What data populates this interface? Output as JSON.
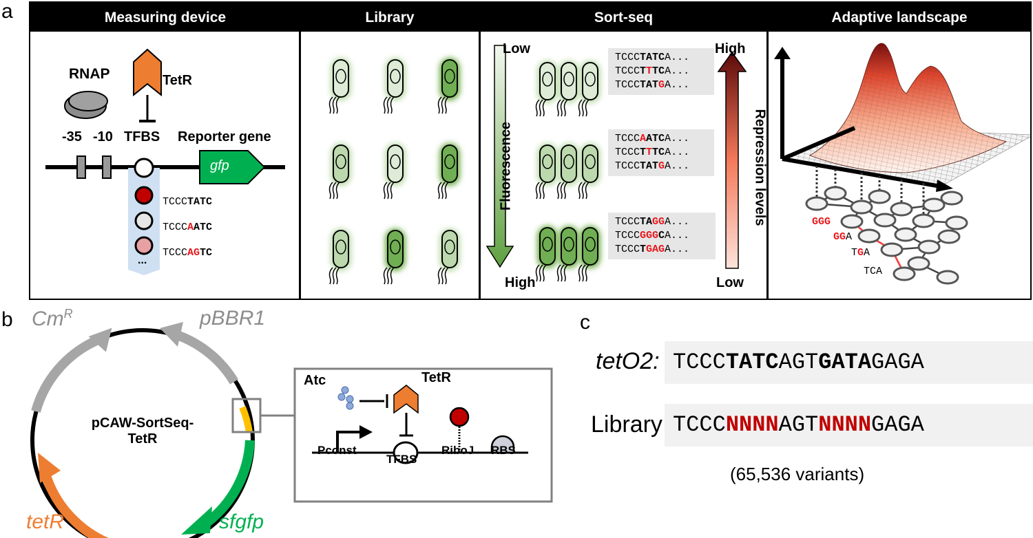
{
  "panel_a": {
    "letter": "a",
    "columns": [
      {
        "title": "Measuring device"
      },
      {
        "title": "Library"
      },
      {
        "title": "Sort-seq"
      },
      {
        "title": "Adaptive landscape"
      }
    ],
    "measuring_device": {
      "rnap_label": "RNAP",
      "tetr_label": "TetR",
      "minus35_label": "-35",
      "minus10_label": "-10",
      "tfbs_label": "TFBS",
      "reporter_label": "Reporter gene",
      "gfp_label": "gfp",
      "variants": [
        {
          "prefix": "TCCC",
          "parts": [
            {
              "t": "TATC",
              "style": "b"
            }
          ],
          "color": "#c00000"
        },
        {
          "prefix": "TCCC",
          "parts": [
            {
              "t": "A",
              "style": "r"
            },
            {
              "t": "ATC",
              "style": "b"
            }
          ],
          "color": "#e6e6e6"
        },
        {
          "prefix": "TCCC",
          "parts": [
            {
              "t": "AG",
              "style": "r"
            },
            {
              "t": "TC",
              "style": "b"
            }
          ],
          "color": "#e8a1a3"
        }
      ],
      "ellipsis": "..."
    },
    "library": {
      "cell_greenness": [
        [
          0.1,
          0.1,
          0.9
        ],
        [
          0.35,
          0.1,
          0.9
        ],
        [
          0.35,
          0.9,
          0.35
        ]
      ]
    },
    "sortseq": {
      "fluorescence_label": "Fluorescence",
      "fluor_top": "Low",
      "fluor_bottom": "High",
      "repression_label": "Repression levels",
      "repr_top": "High",
      "repr_bottom": "Low",
      "groups": [
        {
          "greenness": 0.1,
          "seqs": [
            [
              {
                "t": "TCCC",
                "s": ""
              },
              {
                "t": "TATC",
                "s": "b"
              },
              {
                "t": "A...",
                "s": ""
              }
            ],
            [
              {
                "t": "TCCC",
                "s": ""
              },
              {
                "t": "T",
                "s": "b"
              },
              {
                "t": "T",
                "s": "r"
              },
              {
                "t": "TC",
                "s": "b"
              },
              {
                "t": "A...",
                "s": ""
              }
            ],
            [
              {
                "t": "TCCC",
                "s": ""
              },
              {
                "t": "TAT",
                "s": "b"
              },
              {
                "t": "G",
                "s": "r"
              },
              {
                "t": "A...",
                "s": ""
              }
            ]
          ]
        },
        {
          "greenness": 0.35,
          "seqs": [
            [
              {
                "t": "TCCC",
                "s": ""
              },
              {
                "t": "A",
                "s": "r"
              },
              {
                "t": "ATC",
                "s": "b"
              },
              {
                "t": "A...",
                "s": ""
              }
            ],
            [
              {
                "t": "TCCC",
                "s": ""
              },
              {
                "t": "T",
                "s": "b"
              },
              {
                "t": "T",
                "s": "r"
              },
              {
                "t": "TC",
                "s": "b"
              },
              {
                "t": "A...",
                "s": ""
              }
            ],
            [
              {
                "t": "TCCC",
                "s": ""
              },
              {
                "t": "TAT",
                "s": "b"
              },
              {
                "t": "G",
                "s": "r"
              },
              {
                "t": "A...",
                "s": ""
              }
            ]
          ]
        },
        {
          "greenness": 0.9,
          "seqs": [
            [
              {
                "t": "TCCC",
                "s": ""
              },
              {
                "t": "TA",
                "s": "b"
              },
              {
                "t": "GG",
                "s": "r"
              },
              {
                "t": "A...",
                "s": ""
              }
            ],
            [
              {
                "t": "TCCC",
                "s": ""
              },
              {
                "t": "GGG",
                "s": "r"
              },
              {
                "t": "C",
                "s": "b"
              },
              {
                "t": "A...",
                "s": ""
              }
            ],
            [
              {
                "t": "TCCC",
                "s": ""
              },
              {
                "t": "T",
                "s": "b"
              },
              {
                "t": "GAG",
                "s": "r"
              },
              {
                "t": "A...",
                "s": ""
              }
            ]
          ]
        }
      ]
    },
    "landscape": {
      "path_labels": [
        {
          "parts": [
            {
              "t": "GGG",
              "s": "r"
            }
          ]
        },
        {
          "parts": [
            {
              "t": "GG",
              "s": "r"
            },
            {
              "t": "A",
              "s": "m"
            }
          ]
        },
        {
          "parts": [
            {
              "t": "T",
              "s": "m"
            },
            {
              "t": "G",
              "s": "r"
            },
            {
              "t": "A",
              "s": "m"
            }
          ]
        },
        {
          "parts": [
            {
              "t": "TCA",
              "s": "m"
            }
          ]
        }
      ]
    }
  },
  "panel_b": {
    "letter": "b",
    "plasmid_name_line1": "pCAW-SortSeq-",
    "plasmid_name_line2": "TetR",
    "features": {
      "cmr": "Cm",
      "cmr_sup": "R",
      "pbbr1": "pBBR1",
      "tetr": "tetR",
      "sfgfp": "sfgfp"
    },
    "colors": {
      "backbone": "#000000",
      "grey": "#a6a6a6",
      "orange": "#ed7d31",
      "green": "#00b050",
      "yellow": "#ffc000"
    },
    "inset": {
      "atc_label": "Atc",
      "tetr_label": "TetR",
      "pconst_label": "Pconst",
      "tfbs_label": "TFBS",
      "riboj_label": "RiboJ",
      "rbs_label": "RBS"
    }
  },
  "panel_c": {
    "letter": "c",
    "tetO2_label": "tetO2:",
    "tetO2_seq": [
      {
        "t": "TCCC",
        "s": ""
      },
      {
        "t": "TATC",
        "s": "b"
      },
      {
        "t": "AGT",
        "s": ""
      },
      {
        "t": "GATA",
        "s": "b"
      },
      {
        "t": "GAGA",
        "s": ""
      }
    ],
    "library_label": "Library:",
    "library_seq": [
      {
        "t": "TCCC",
        "s": ""
      },
      {
        "t": "NNNN",
        "s": "dr"
      },
      {
        "t": "AGT",
        "s": ""
      },
      {
        "t": "NNNN",
        "s": "dr"
      },
      {
        "t": "GAGA",
        "s": ""
      }
    ],
    "variants_note": "(65,536 variants)"
  }
}
